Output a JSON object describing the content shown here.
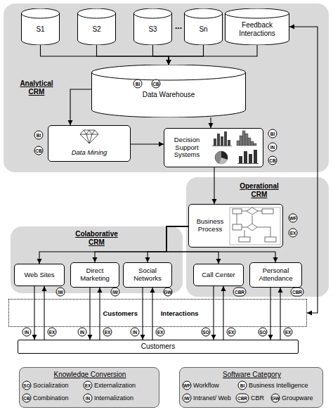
{
  "diagram": {
    "nodes": [
      {
        "text": [
          "Analytical CRM"
        ]
      },
      {
        "text": [
          "S1"
        ],
        "in": 0
      },
      {
        "text": [
          "S2"
        ],
        "in": 0
      },
      {
        "text": [
          "S3"
        ],
        "in": 0
      },
      {
        "text": [
          "Sn"
        ],
        "in": 0
      },
      {
        "text": [
          "Feedback Interactions"
        ],
        "in": 0
      },
      {
        "text": [
          "Data Warehouse"
        ],
        "in": 0
      },
      {
        "text": [
          "Data Mining"
        ],
        "in": 0
      },
      {
        "text": [
          "Decision Support Systems"
        ],
        "in": 0
      },
      {
        "text": [
          "Operational CRM"
        ]
      },
      {
        "text": [
          "Business Process"
        ],
        "in": 9
      },
      {
        "text": [
          "Colaborative CRM"
        ]
      },
      {
        "text": [
          "Web Sites"
        ],
        "in": 11
      },
      {
        "text": [
          "Direct Marketing"
        ],
        "in": 11
      },
      {
        "text": [
          "Social Networks"
        ],
        "in": 11
      },
      {
        "text": [
          "Call Center"
        ],
        "in": 9
      },
      {
        "text": [
          "Personal Attendance"
        ],
        "in": 9
      },
      {
        "text": [
          "Customers Interactions"
        ]
      },
      {
        "text": [
          "Customers"
        ]
      },
      {
        "text": [
          "Knowledge Conversion"
        ]
      },
      {
        "text": [
          "Software Category"
        ]
      }
    ],
    "edges": [
      {
        "from": 1,
        "to": 6,
        "arrow": "to"
      },
      {
        "from": 2,
        "to": 6,
        "arrow": "to"
      },
      {
        "from": 3,
        "to": 6,
        "arrow": "to"
      },
      {
        "from": 4,
        "to": 6,
        "arrow": "to"
      },
      {
        "from": 5,
        "to": 6,
        "arrow": "to"
      },
      {
        "from": 6,
        "to": 7,
        "arrow": "to"
      },
      {
        "from": 6,
        "to": 8,
        "arrow": "to"
      },
      {
        "from": 7,
        "to": 8,
        "arrow": "to"
      },
      {
        "from": 8,
        "to": 10,
        "arrow": "to"
      },
      {
        "from": 10,
        "to": 12,
        "arrow": "to"
      },
      {
        "from": 10,
        "to": 13,
        "arrow": "to"
      },
      {
        "from": 10,
        "to": 14,
        "arrow": "to"
      },
      {
        "from": 10,
        "to": 15,
        "arrow": "to"
      },
      {
        "from": 10,
        "to": 16,
        "arrow": "to"
      },
      {
        "from": 12,
        "to": 18,
        "arrow": "to"
      },
      {
        "from": 18,
        "to": 12,
        "arrow": "to"
      },
      {
        "from": 13,
        "to": 18,
        "arrow": "to"
      },
      {
        "from": 18,
        "to": 13,
        "arrow": "to"
      },
      {
        "from": 14,
        "to": 18,
        "arrow": "to"
      },
      {
        "from": 18,
        "to": 14,
        "arrow": "to"
      },
      {
        "from": 15,
        "to": 18,
        "arrow": "to"
      },
      {
        "from": 18,
        "to": 15,
        "arrow": "to"
      },
      {
        "from": 16,
        "to": 18,
        "arrow": "to"
      },
      {
        "from": 18,
        "to": 16,
        "arrow": "to"
      },
      {
        "from": 17,
        "to": 5,
        "arrow": "both"
      }
    ],
    "labels": [
      "...",
      "BI",
      "CB",
      "BI",
      "CB",
      "BI",
      "IN",
      "CB",
      "WF",
      "EX",
      "IW",
      "IW",
      "GW",
      "CBR",
      "CBR",
      "IN",
      "EX",
      "IN",
      "EX",
      "IN",
      "EX",
      "SO",
      "EX",
      "SO",
      "EX",
      "SO",
      "EX",
      "CB",
      "IN",
      "WF",
      "BI",
      "IW",
      "CBR",
      "GW"
    ],
    "legend": [
      {
        "text": "Socialization"
      },
      {
        "text": "Externalization"
      },
      {
        "text": "Combination"
      },
      {
        "text": "Internalization"
      },
      {
        "text": "Workflow"
      },
      {
        "text": "Business Intelligence"
      },
      {
        "text": "Intranet/ Web"
      },
      {
        "text": "CBR"
      },
      {
        "text": "Groupware"
      }
    ]
  }
}
